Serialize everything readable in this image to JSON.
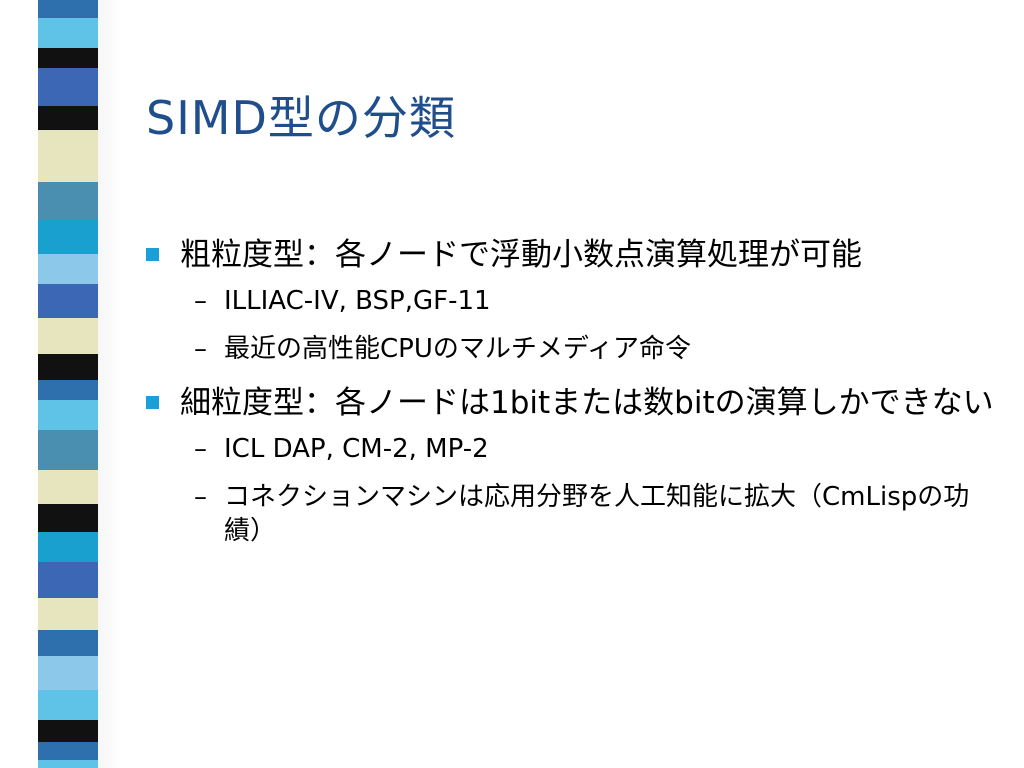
{
  "slide": {
    "title": "SIMD型の分類",
    "bullets": [
      {
        "text": "粗粒度型：各ノードで浮動小数点演算処理が可能",
        "subitems": [
          "ILLIAC-IV, BSP,GF-11",
          "最近の高性能CPUのマルチメディア命令"
        ]
      },
      {
        "text": "細粒度型：各ノードは1bitまたは数bitの演算しかできない",
        "subitems": [
          "ICL DAP, CM-2, MP-2",
          "コネクションマシンは応用分野を人工知能に拡大（CmLispの功績）"
        ]
      }
    ],
    "dash_symbol": "–",
    "colors": {
      "title": "#1f4e8c",
      "bullet": "#1a9fd8",
      "stripe": [
        "#2e6fae",
        "#5ec3e6",
        "#111111",
        "#3b67b5",
        "#e6e5be",
        "#4a8fb0",
        "#1aa0cf",
        "#8cc8ea"
      ]
    }
  }
}
